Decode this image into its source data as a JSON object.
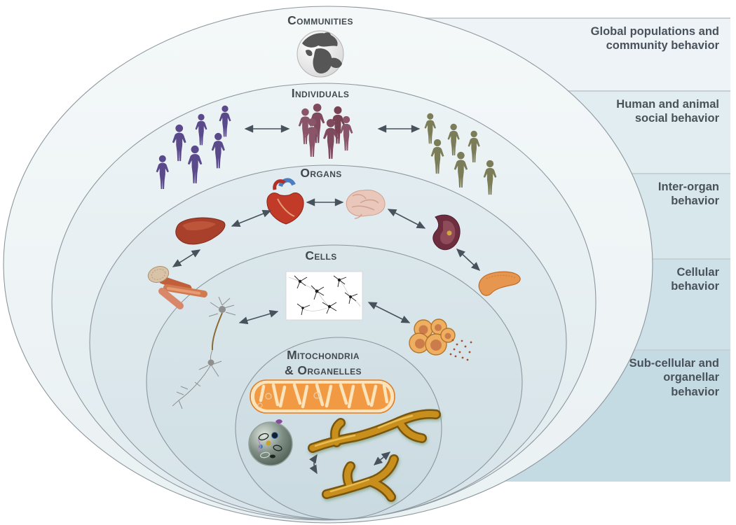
{
  "rings": [
    {
      "id": "communities",
      "label": "Communities"
    },
    {
      "id": "individuals",
      "label": "Individuals"
    },
    {
      "id": "organs",
      "label": "Organs"
    },
    {
      "id": "cells",
      "label": "Cells"
    },
    {
      "id": "mitochondria",
      "label_line1": "Mitochondria",
      "label_line2": "& Organelles"
    }
  ],
  "side_labels": [
    {
      "id": "global",
      "lines": [
        "Global populations and",
        "community behavior"
      ]
    },
    {
      "id": "social",
      "lines": [
        "Human and animal",
        "social behavior"
      ]
    },
    {
      "id": "inter_organ",
      "lines": [
        "Inter-organ",
        "behavior"
      ]
    },
    {
      "id": "cellular",
      "lines": [
        "Cellular",
        "behavior"
      ]
    },
    {
      "id": "subcellular",
      "lines": [
        "Sub-cellular and",
        "organellar",
        "behavior"
      ]
    }
  ],
  "icons": {
    "globe": "globe-icon",
    "people_groups": [
      "purple-people-group",
      "maroon-people-group",
      "olive-people-group"
    ],
    "organs": [
      "liver-icon",
      "heart-icon",
      "brain-icon",
      "kidney-icon",
      "muscle-icon",
      "pancreas-icon"
    ],
    "cells": [
      "neuron-icon",
      "histology-micrograph",
      "secreting-cell-cluster"
    ],
    "organelles": [
      "mitochondrion-icon",
      "cell-with-organelles-icon",
      "mitochondrial-network-icon"
    ]
  },
  "colors": {
    "purple_group": "#5a4a8c",
    "maroon_group": "#7f4a5e",
    "olive_group": "#7a7d58",
    "ring_fill_outer": "#f2f7f8",
    "ring_fill_inner": "#cddde3",
    "band_darkest": "#c5dbe3",
    "label_text": "#42494f",
    "arrow": "#47525c",
    "mito_orange": "#f29a43",
    "network_gold": "#c88f1b"
  }
}
